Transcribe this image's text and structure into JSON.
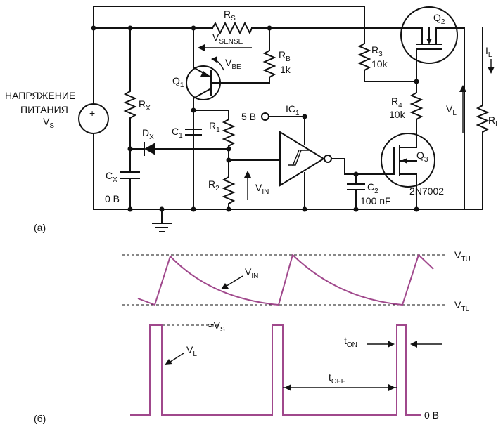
{
  "panel_a": {
    "label": "(a)",
    "supply_label_line1": "НАПРЯЖЕНИЕ",
    "supply_label_line2": "ПИТАНИЯ",
    "supply_symbol": "V",
    "supply_symbol_sub": "S",
    "rs": {
      "name": "R",
      "sub": "S"
    },
    "vsense": {
      "name": "V",
      "sub": "SENSE"
    },
    "rb": {
      "name": "R",
      "sub": "B",
      "value": "1k"
    },
    "vbe": {
      "name": "V",
      "sub": "BE"
    },
    "q1": {
      "name": "Q",
      "sub": "1"
    },
    "rx": {
      "name": "R",
      "sub": "X"
    },
    "dx": {
      "name": "D",
      "sub": "X"
    },
    "cx": {
      "name": "C",
      "sub": "X"
    },
    "ground_label": "0 B",
    "c1": {
      "name": "C",
      "sub": "1"
    },
    "r1": {
      "name": "R",
      "sub": "1"
    },
    "r2": {
      "name": "R",
      "sub": "2"
    },
    "vin": {
      "name": "V",
      "sub": "IN"
    },
    "five_volt": "5 B",
    "ic1": {
      "name": "IC",
      "sub": "1"
    },
    "r3": {
      "name": "R",
      "sub": "3",
      "value": "10k"
    },
    "r4": {
      "name": "R",
      "sub": "4",
      "value": "10k"
    },
    "q2": {
      "name": "Q",
      "sub": "2"
    },
    "q3": {
      "name": "Q",
      "sub": "3",
      "part": "2N7002"
    },
    "c2": {
      "name": "C",
      "sub": "2",
      "value": "100 nF"
    },
    "vl": {
      "name": "V",
      "sub": "L"
    },
    "il": {
      "name": "I",
      "sub": "L"
    },
    "rl": {
      "name": "R",
      "sub": "L"
    }
  },
  "panel_b": {
    "label": "(б)",
    "vtu": {
      "name": "V",
      "sub": "TU"
    },
    "vtl": {
      "name": "V",
      "sub": "TL"
    },
    "vin": {
      "name": "V",
      "sub": "IN"
    },
    "approx_vs": {
      "name": "≈V",
      "sub": "S"
    },
    "vl": {
      "name": "V",
      "sub": "L"
    },
    "ton": {
      "name": "t",
      "sub": "ON"
    },
    "toff": {
      "name": "t",
      "sub": "OFF"
    },
    "zero_volt": "0 B"
  },
  "colors": {
    "waveform": "#a0488c",
    "line": "#111111"
  }
}
